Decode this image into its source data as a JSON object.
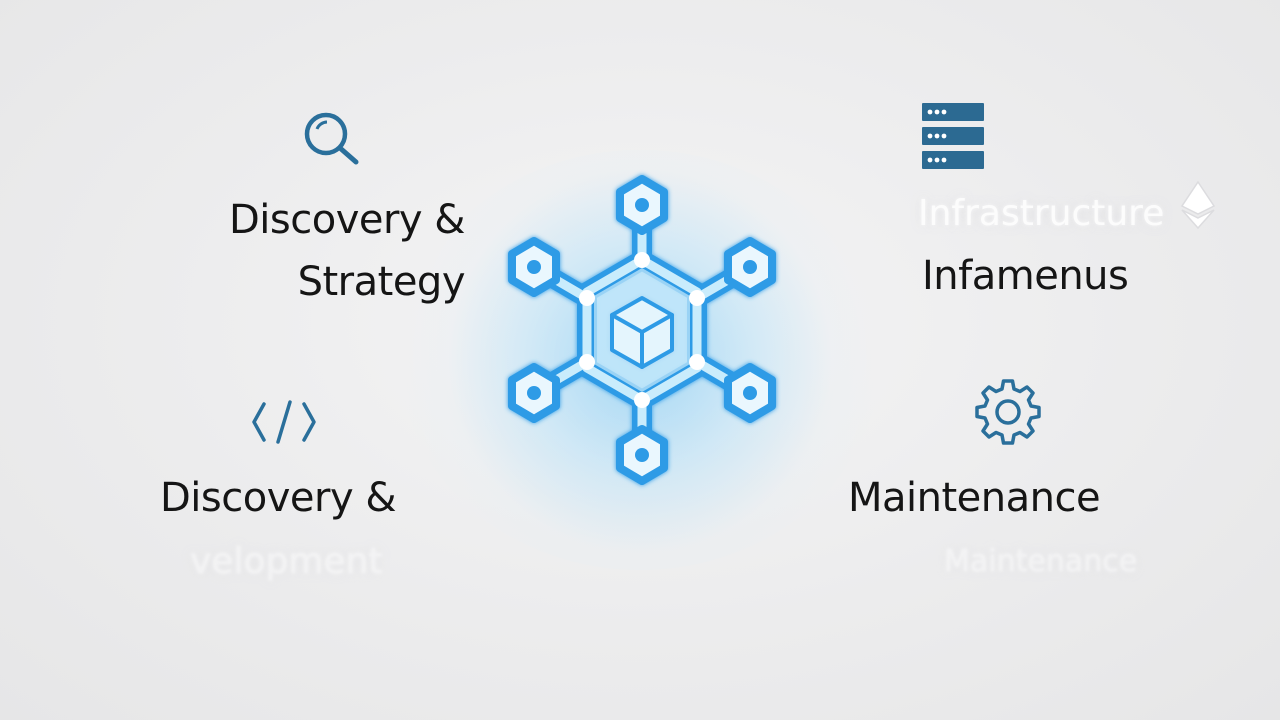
{
  "diagram": {
    "center": {
      "icon": "hexagonal-network-cube-icon",
      "accent": "#2e9be6",
      "glow": "#8fd0f7"
    },
    "items": [
      {
        "id": "discovery-strategy",
        "icon": "magnifier-search-icon",
        "line1": "Discovery &",
        "line2": "Strategy"
      },
      {
        "id": "infrastructure",
        "icon": "server-rack-icon",
        "ghost_label": "Infrastructure",
        "line1": "Infamenus"
      },
      {
        "id": "development",
        "icon": "code-brackets-icon",
        "line1": "Discovery &",
        "ghost_label": "velopment"
      },
      {
        "id": "maintenance",
        "icon": "gear-icon",
        "line1": "Maintenance",
        "ghost_label": "Maintenance"
      }
    ],
    "icon_color": "#2a6f9b",
    "server_color": "#2c6a92"
  }
}
